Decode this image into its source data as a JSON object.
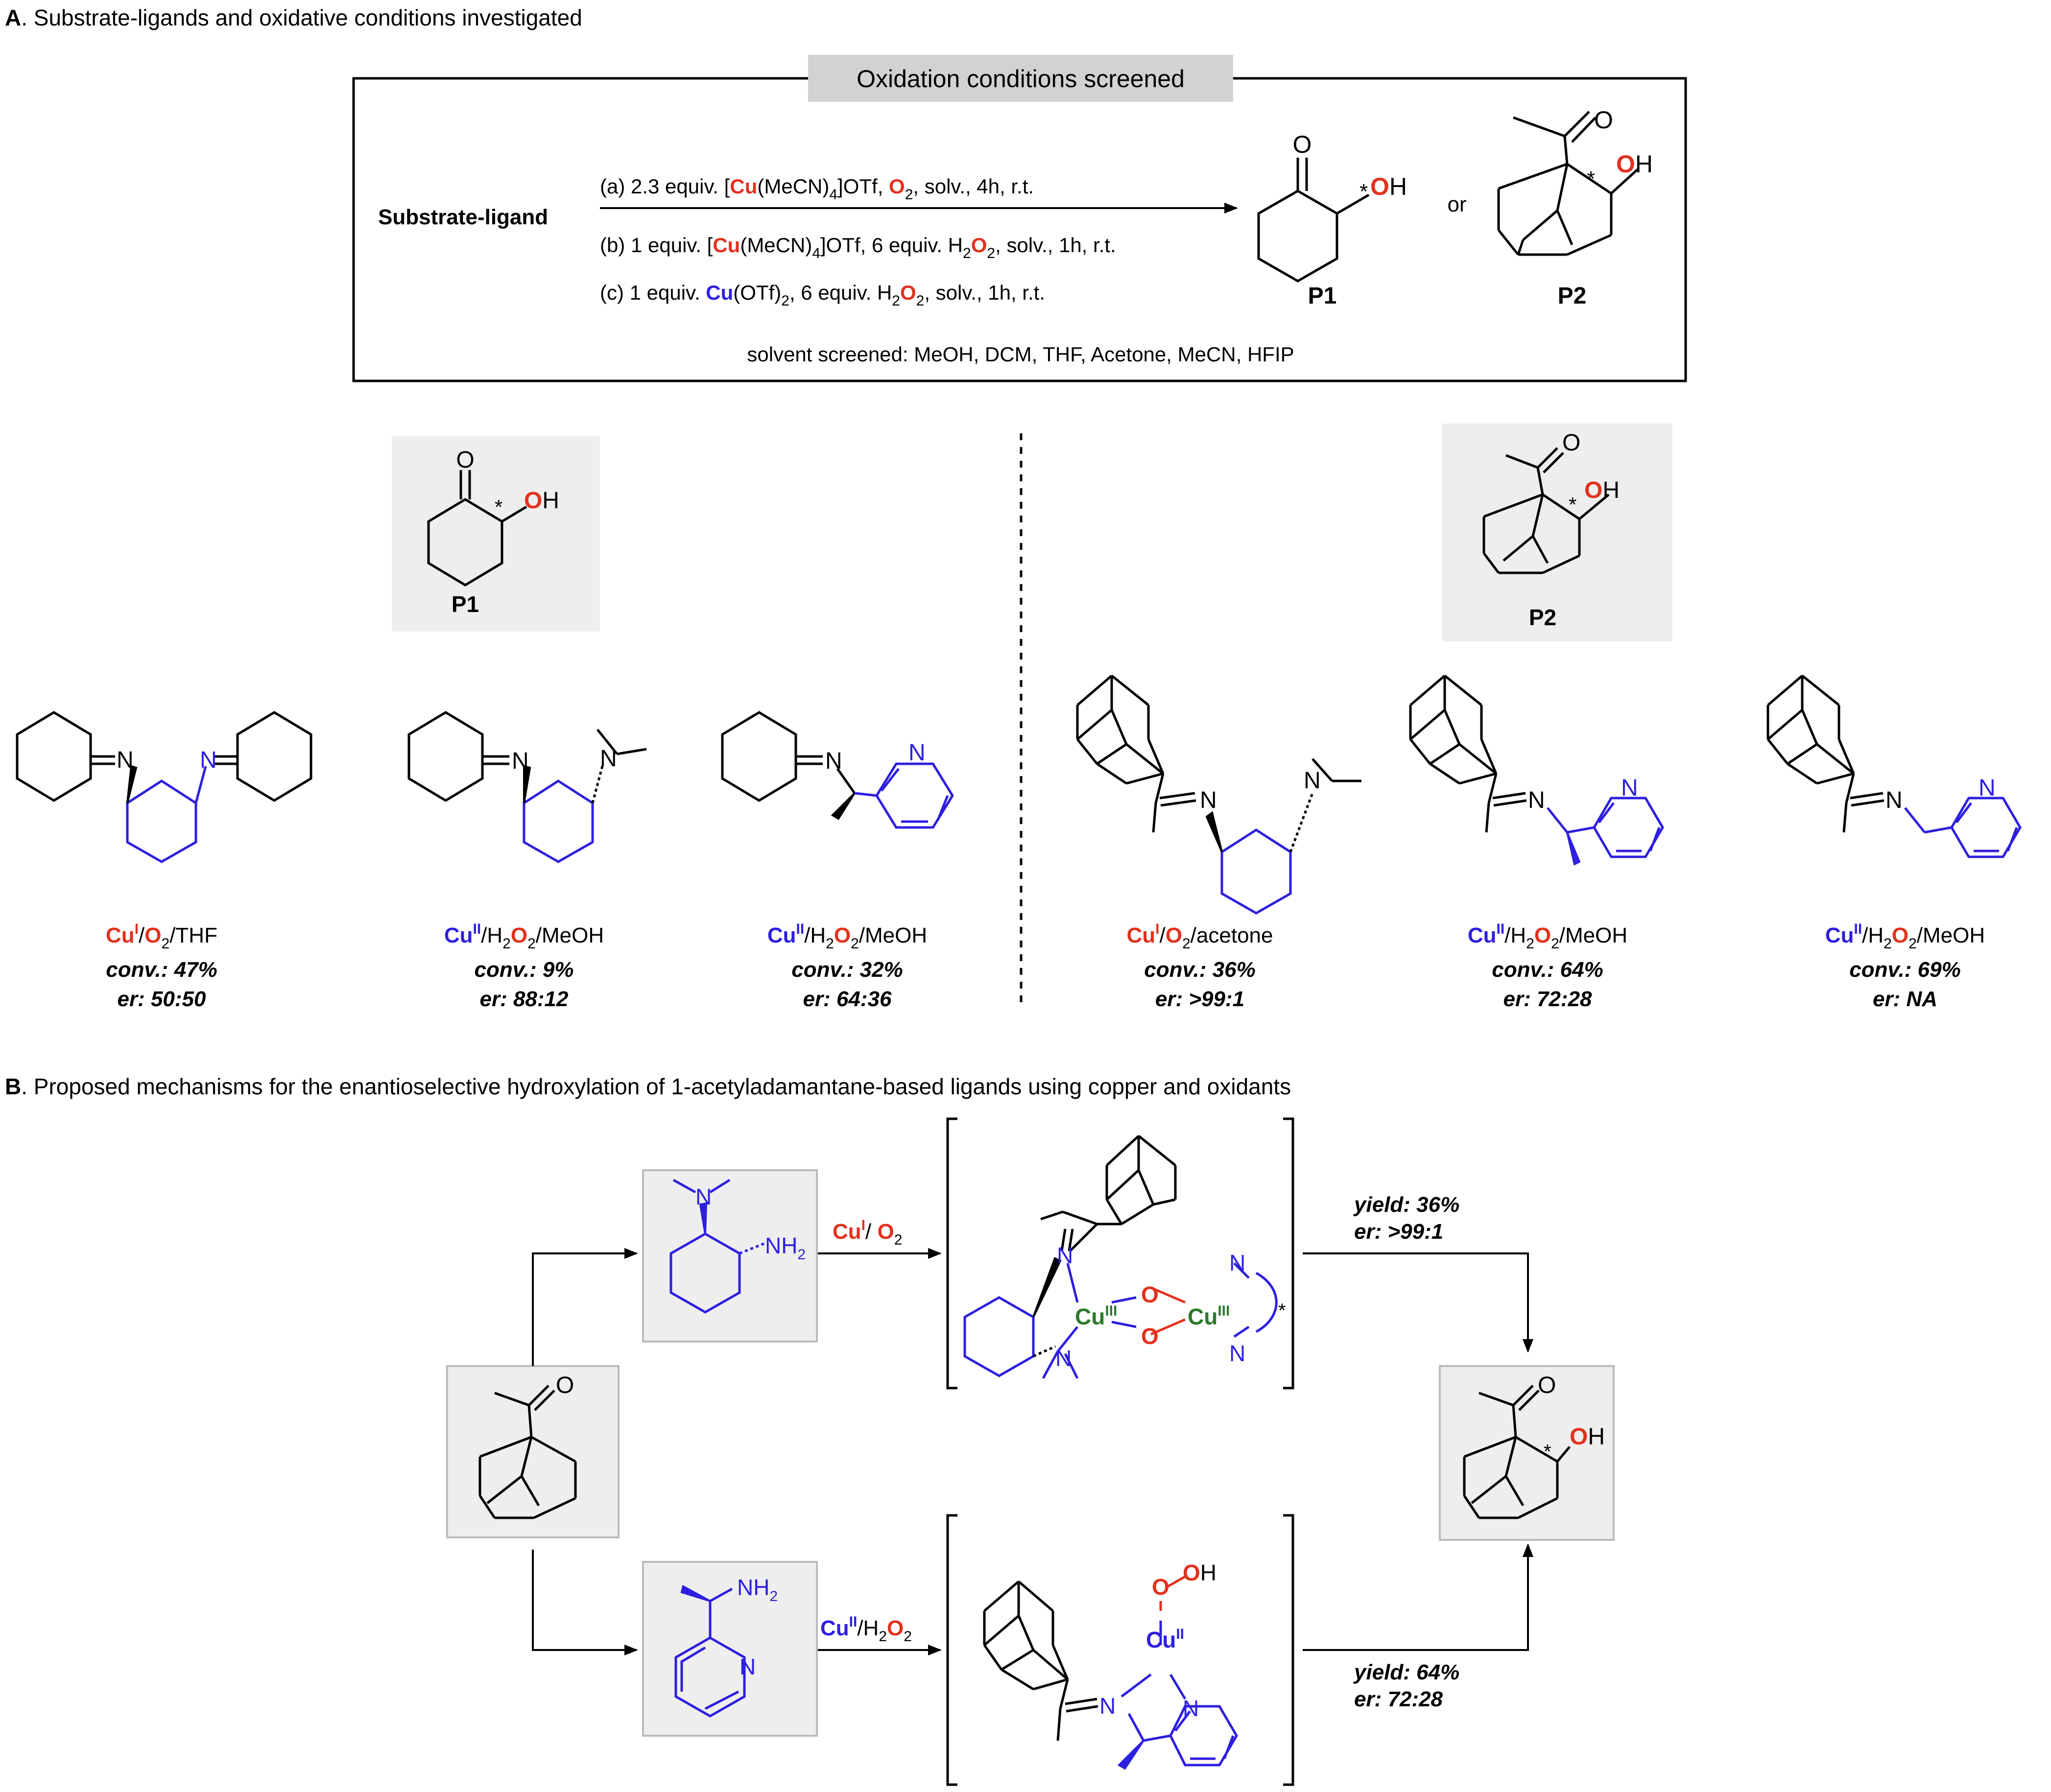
{
  "colors": {
    "red": "#e2311d",
    "blue": "#2d1fe0",
    "green": "#2c7a2c",
    "black": "#000000",
    "panel": "#eeeeee",
    "label_bg": "#d2d2d2"
  },
  "sectionA": {
    "letter": "A",
    "title": ". Substrate-ligands and oxidative conditions investigated",
    "box_label": "Oxidation conditions screened",
    "substrate_label": "Substrate-ligand",
    "cond_a": {
      "pre": "(a) 2.3 equiv. [",
      "metal": "Cu",
      "mid": "(MeCN)",
      "sub": "4",
      "post": "]OTf, ",
      "ox": "O",
      "ox_sub": "2",
      "tail": ", solv., 4h, r.t."
    },
    "cond_b": {
      "pre": "(b) 1 equiv. [",
      "metal": "Cu",
      "mid": "(MeCN)",
      "sub": "4",
      "post": "]OTf, 6 equiv. H",
      "h_sub": "2",
      "ox": "O",
      "ox_sub": "2",
      "tail": ", solv., 1h, r.t."
    },
    "cond_c": {
      "pre": "(c) 1 equiv. ",
      "metal": "Cu",
      "mid": "(OTf)",
      "sub": "2",
      "post": ", 6 equiv. H",
      "h_sub": "2",
      "ox": "O",
      "ox_sub": "2",
      "tail": ", solv., 1h, r.t."
    },
    "solvents": "solvent screened: MeOH, DCM, THF, Acetone, MeCN, HFIP",
    "or_text": "or",
    "p1": "P1",
    "p2": "P2"
  },
  "atoms": {
    "O": "O",
    "H": "H",
    "N": "N",
    "star": "*",
    "NH": "NH",
    "two": "2",
    "Cu": "Cu",
    "III": "III",
    "II": "II",
    "I": "I"
  },
  "ligands": [
    {
      "ox_metal": "Cu",
      "ox_state": "I",
      "ox_rest": "/",
      "ox_o": "O",
      "ox_o_sub": "2",
      "ox_tail": "/THF",
      "conv": "conv.: 47%",
      "er": "er: 50:50"
    },
    {
      "ox_metal": "Cu",
      "ox_state": "II",
      "ox_rest": "/H",
      "ox_h_sub": "2",
      "ox_o": "O",
      "ox_o_sub": "2",
      "ox_tail": "/MeOH",
      "conv": "conv.: 9%",
      "er": "er: 88:12"
    },
    {
      "ox_metal": "Cu",
      "ox_state": "II",
      "ox_rest": "/H",
      "ox_h_sub": "2",
      "ox_o": "O",
      "ox_o_sub": "2",
      "ox_tail": "/MeOH",
      "conv": "conv.: 32%",
      "er": "er: 64:36"
    },
    {
      "ox_metal": "Cu",
      "ox_state": "I",
      "ox_rest": "/",
      "ox_o": "O",
      "ox_o_sub": "2",
      "ox_tail": "/acetone",
      "conv": "conv.: 36%",
      "er": "er: >99:1"
    },
    {
      "ox_metal": "Cu",
      "ox_state": "II",
      "ox_rest": "/H",
      "ox_h_sub": "2",
      "ox_o": "O",
      "ox_o_sub": "2",
      "ox_tail": "/MeOH",
      "conv": "conv.: 64%",
      "er": "er: 72:28"
    },
    {
      "ox_metal": "Cu",
      "ox_state": "II",
      "ox_rest": "/H",
      "ox_h_sub": "2",
      "ox_o": "O",
      "ox_o_sub": "2",
      "ox_tail": "/MeOH",
      "conv": "conv.: 69%",
      "er": "er: NA"
    }
  ],
  "sectionB": {
    "letter": "B",
    "title": ". Proposed mechanisms for the enantioselective hydroxylation of 1-acetyladamantane-based ligands using copper and oxidants",
    "top_cond": {
      "metal": "Cu",
      "state": "I",
      "rest": "/ ",
      "o": "O",
      "o_sub": "2"
    },
    "bottom_cond": {
      "metal": "Cu",
      "state": "II",
      "rest": "/H",
      "h_sub": "2",
      "o": "O",
      "o_sub": "2"
    },
    "top_result": {
      "yield": "yield: 36%",
      "er": "er: >99:1"
    },
    "bottom_result": {
      "yield": "yield: 64%",
      "er": "er: 72:28"
    }
  }
}
